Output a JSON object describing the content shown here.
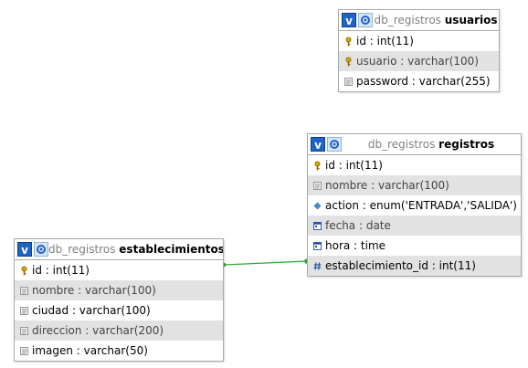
{
  "tables": {
    "usuarios": {
      "db": "db_registros",
      "name": "usuarios",
      "columns": [
        {
          "text": "id : int(11)",
          "icon": "key-icon"
        },
        {
          "text": "usuario : varchar(100)",
          "icon": "key-icon"
        },
        {
          "text": "password : varchar(255)",
          "icon": "text-field-icon"
        }
      ]
    },
    "registros": {
      "db": "db_registros",
      "name": "registros",
      "columns": [
        {
          "text": "id : int(11)",
          "icon": "key-icon"
        },
        {
          "text": "nombre : varchar(100)",
          "icon": "text-field-icon"
        },
        {
          "text": "action : enum('ENTRADA','SALIDA')",
          "icon": "enum-diamond-icon"
        },
        {
          "text": "fecha : date",
          "icon": "calendar-icon"
        },
        {
          "text": "hora : time",
          "icon": "calendar-icon"
        },
        {
          "text": "establecimiento_id : int(11)",
          "icon": "hash-icon"
        }
      ]
    },
    "establecimientos": {
      "db": "db_registros",
      "name": "establecimientos",
      "columns": [
        {
          "text": "id : int(11)",
          "icon": "key-icon"
        },
        {
          "text": "nombre : varchar(100)",
          "icon": "text-field-icon"
        },
        {
          "text": "ciudad : varchar(100)",
          "icon": "text-field-icon"
        },
        {
          "text": "direccion : varchar(200)",
          "icon": "text-field-icon"
        },
        {
          "text": "imagen : varchar(50)",
          "icon": "text-field-icon"
        }
      ]
    }
  },
  "header_buttons": {
    "toggle_label": "v",
    "settings_icon": "gear-icon"
  },
  "colors": {
    "relation_line": "#2aa52a",
    "header_button": "#1f63c7",
    "alt_row": "#e2e2e2",
    "border": "#a9a9a9"
  },
  "relations": [
    {
      "from": "establecimientos.id",
      "to": "registros.establecimiento_id"
    }
  ]
}
